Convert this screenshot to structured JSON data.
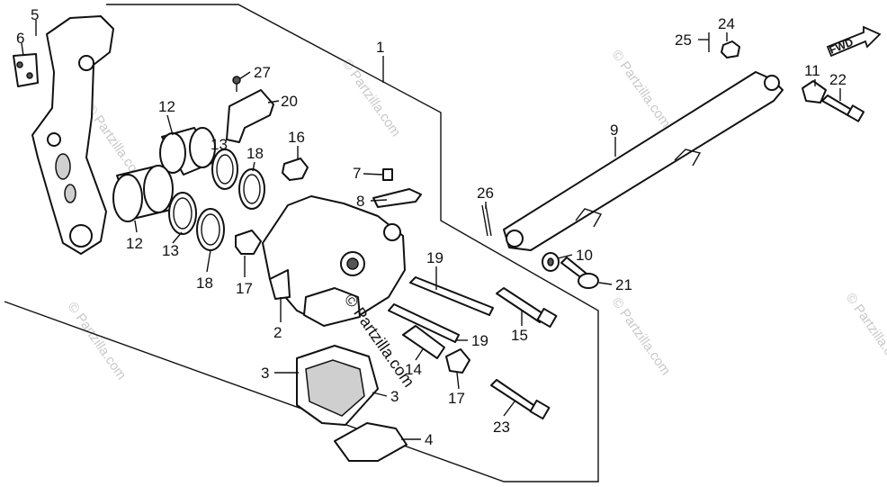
{
  "callouts": [
    {
      "id": "c1",
      "text": "1"
    },
    {
      "id": "c2",
      "text": "2"
    },
    {
      "id": "c3a",
      "text": "3"
    },
    {
      "id": "c3b",
      "text": "3"
    },
    {
      "id": "c4",
      "text": "4"
    },
    {
      "id": "c5",
      "text": "5"
    },
    {
      "id": "c6",
      "text": "6"
    },
    {
      "id": "c7",
      "text": "7"
    },
    {
      "id": "c8",
      "text": "8"
    },
    {
      "id": "c9",
      "text": "9"
    },
    {
      "id": "c10",
      "text": "10"
    },
    {
      "id": "c11",
      "text": "11"
    },
    {
      "id": "c12a",
      "text": "12"
    },
    {
      "id": "c12b",
      "text": "12"
    },
    {
      "id": "c13a",
      "text": "13"
    },
    {
      "id": "c13b",
      "text": "13"
    },
    {
      "id": "c14",
      "text": "14"
    },
    {
      "id": "c15",
      "text": "15"
    },
    {
      "id": "c16",
      "text": "16"
    },
    {
      "id": "c17a",
      "text": "17"
    },
    {
      "id": "c17b",
      "text": "17"
    },
    {
      "id": "c18a",
      "text": "18"
    },
    {
      "id": "c18b",
      "text": "18"
    },
    {
      "id": "c19a",
      "text": "19"
    },
    {
      "id": "c19b",
      "text": "19"
    },
    {
      "id": "c20",
      "text": "20"
    },
    {
      "id": "c21",
      "text": "21"
    },
    {
      "id": "c22",
      "text": "22"
    },
    {
      "id": "c23",
      "text": "23"
    },
    {
      "id": "c24",
      "text": "24"
    },
    {
      "id": "c25",
      "text": "25"
    },
    {
      "id": "c26",
      "text": "26"
    },
    {
      "id": "c27",
      "text": "27"
    }
  ],
  "direction_label": "FWD",
  "watermark": "© Partzilla.com",
  "watermark_center": "© Partzilla.com"
}
